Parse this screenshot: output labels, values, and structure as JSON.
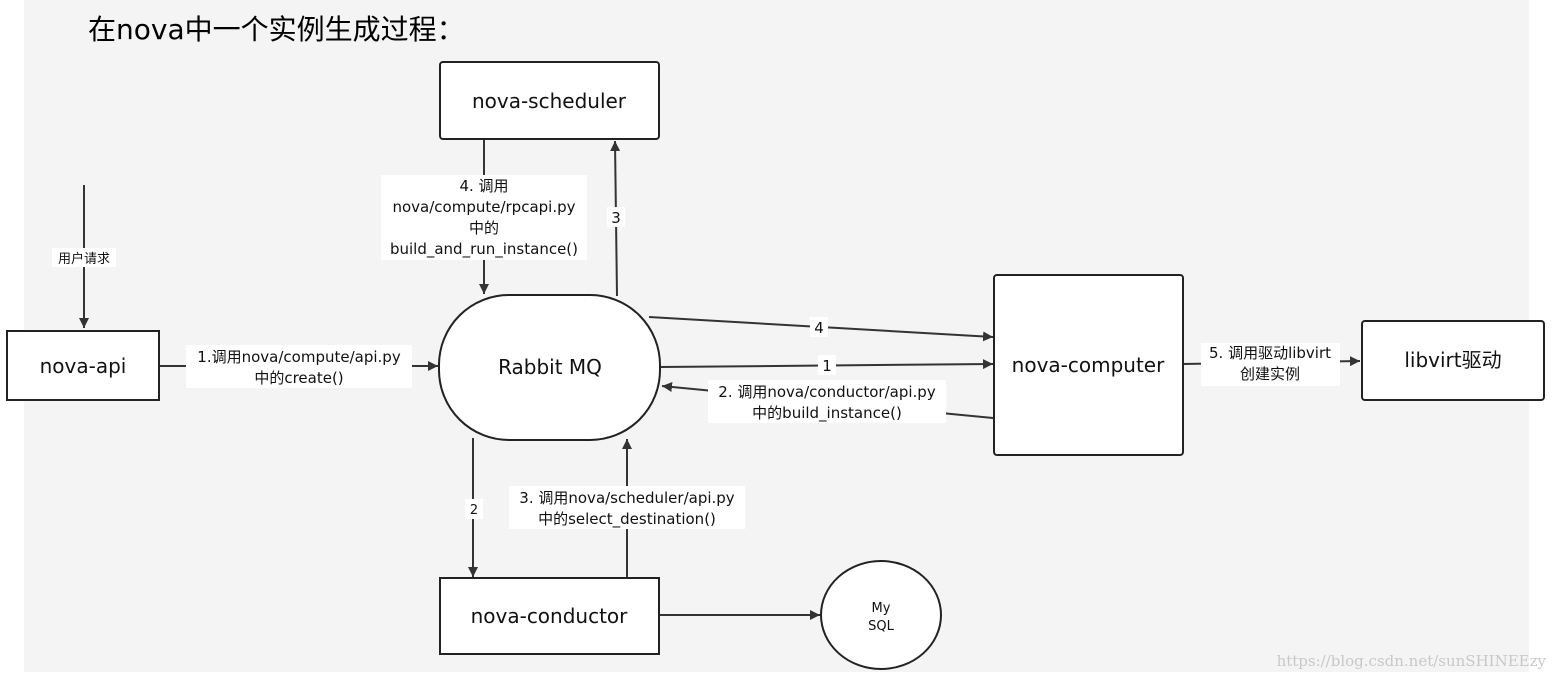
{
  "title": "在nova中一个实例生成过程：",
  "nodes": {
    "nova_api": "nova-api",
    "rabbit_mq": "Rabbit MQ",
    "nova_scheduler": "nova-scheduler",
    "nova_computer": "nova-computer",
    "libvirt": "libvirt驱动",
    "nova_conductor": "nova-conductor",
    "mysql": [
      "My",
      "SQL"
    ]
  },
  "edges": {
    "user_request": "用户请求",
    "api_to_mq": [
      "1.调用nova/compute/api.py",
      "中的create()"
    ],
    "scheduler_to_mq": [
      "4. 调用",
      "nova/compute/rpcapi.py",
      "中的",
      "build_and_run_instance()"
    ],
    "mq_to_scheduler": "3",
    "mq_to_computer_4": "4",
    "mq_to_computer_1": "1",
    "computer_to_mq": [
      "2. 调用nova/conductor/api.py",
      "中的build_instance()"
    ],
    "mq_to_conductor": "2",
    "conductor_to_mq": [
      "3. 调用nova/scheduler/api.py",
      "中的select_destination()"
    ],
    "computer_to_libvirt": [
      "5. 调用驱动libvirt",
      "创建实例"
    ]
  },
  "watermark": "https://blog.csdn.net/sunSHINEEzy"
}
